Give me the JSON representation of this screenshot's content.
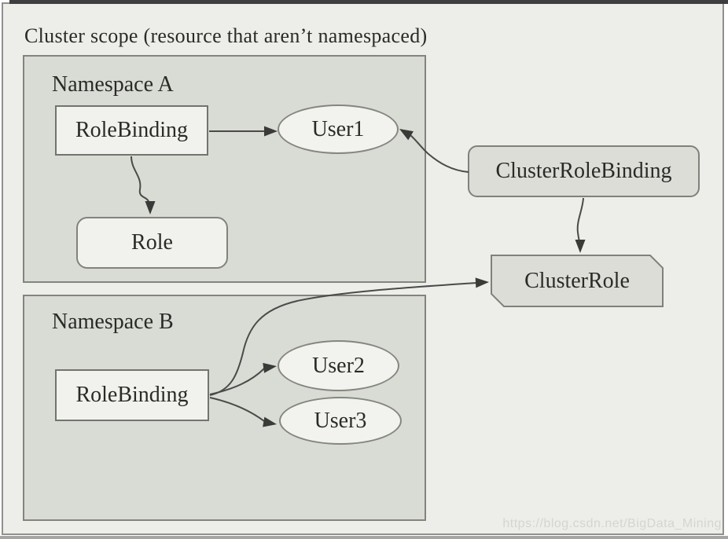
{
  "title": "Cluster scope (resource that aren’t namespaced)",
  "watermark": "https://blog.csdn.net/BigData_Mining",
  "namespace_a": {
    "label": "Namespace A",
    "role_binding": "RoleBinding",
    "role": "Role"
  },
  "namespace_b": {
    "label": "Namespace B",
    "role_binding": "RoleBinding"
  },
  "users": {
    "user1": "User1",
    "user2": "User2",
    "user3": "User3"
  },
  "cluster": {
    "cluster_role_binding": "ClusterRoleBinding",
    "cluster_role": "ClusterRole"
  },
  "edges": [
    {
      "from": "RoleBinding (Namespace A)",
      "to": "User1"
    },
    {
      "from": "RoleBinding (Namespace A)",
      "to": "Role"
    },
    {
      "from": "ClusterRoleBinding",
      "to": "User1"
    },
    {
      "from": "ClusterRoleBinding",
      "to": "ClusterRole"
    },
    {
      "from": "RoleBinding (Namespace B)",
      "to": "ClusterRole"
    },
    {
      "from": "RoleBinding (Namespace B)",
      "to": "User2"
    },
    {
      "from": "RoleBinding (Namespace B)",
      "to": "User3"
    }
  ],
  "colors": {
    "canvas_bg": "#EDEDEA",
    "namespace_fill": "#D9DBD5",
    "node_fill": "#F1F1EE",
    "cluster_node_fill": "#DCDDD7",
    "line": "#4A4A48",
    "text": "#2A2A28",
    "watermark_text": "#D5D5D0",
    "top_bar": "#3E3E40"
  }
}
